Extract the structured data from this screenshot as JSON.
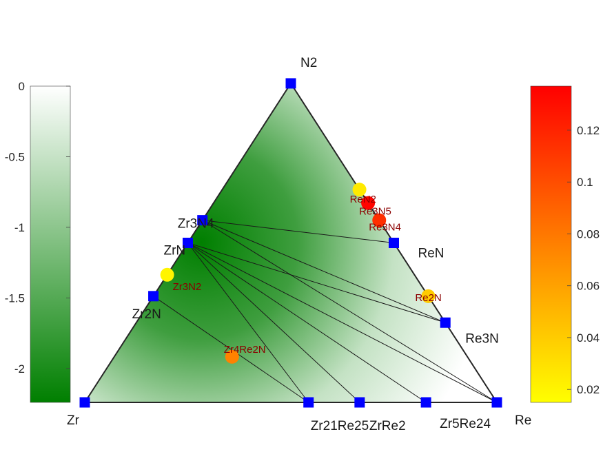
{
  "chart_data": {
    "type": "scatter",
    "subtype": "ternary-phase-diagram",
    "vertices": {
      "top": "N2",
      "left": "Zr",
      "right": "Re"
    },
    "colorbars": [
      {
        "name": "formation-energy",
        "side": "left",
        "colors": [
          "#007f00",
          "#ffffff"
        ],
        "ylim": [
          -2.24,
          0
        ],
        "ticks": [
          0,
          -0.5,
          -1,
          -1.5,
          -2
        ],
        "tick_labels": [
          "0",
          "-0.5",
          "-1",
          "-1.5",
          "-2"
        ]
      },
      {
        "name": "energy-above-hull",
        "side": "right",
        "colors": [
          "#ffff00",
          "#ff0000"
        ],
        "ylim": [
          0.015,
          0.137
        ],
        "ticks": [
          0.02,
          0.04,
          0.06,
          0.08,
          0.1,
          0.12
        ],
        "tick_labels": [
          "0.02",
          "0.04",
          "0.06",
          "0.08",
          "0.1",
          "0.12"
        ]
      }
    ],
    "stable_phases": [
      {
        "label": "N2",
        "N": 1.0,
        "Re": 0.0,
        "energy": 0
      },
      {
        "label": "Zr",
        "N": 0.0,
        "Re": 0.0,
        "energy": 0
      },
      {
        "label": "Re",
        "N": 0.0,
        "Re": 1.0,
        "energy": 0
      },
      {
        "label": "Zr3N4",
        "N": 0.571,
        "Re": 0.0,
        "energy": -1.05
      },
      {
        "label": "ZrN",
        "N": 0.5,
        "Re": 0.0,
        "energy": -1.1
      },
      {
        "label": "Zr2N",
        "N": 0.333,
        "Re": 0.0,
        "energy": -1.3
      },
      {
        "label": "ReN",
        "N": 0.5,
        "Re": 0.5,
        "energy": -0.2
      },
      {
        "label": "Re3N",
        "N": 0.25,
        "Re": 0.75,
        "energy": -0.05
      },
      {
        "label": "Zr21Re25",
        "N": 0.0,
        "Re": 0.543,
        "energy": -0.3
      },
      {
        "label": "ZrRe2",
        "N": 0.0,
        "Re": 0.667,
        "energy": -0.35
      },
      {
        "label": "Zr5Re24",
        "N": 0.0,
        "Re": 0.828,
        "energy": -0.2
      }
    ],
    "unstable_phases": [
      {
        "label": "ReN2",
        "N": 0.667,
        "Re": 0.333,
        "value": 0.025
      },
      {
        "label": "Re3N5",
        "N": 0.625,
        "Re": 0.375,
        "value": 0.135
      },
      {
        "label": "Re3N4",
        "N": 0.571,
        "Re": 0.429,
        "value": 0.115
      },
      {
        "label": "Re2N",
        "N": 0.333,
        "Re": 0.667,
        "value": 0.04
      },
      {
        "label": "Zr3N2",
        "N": 0.4,
        "Re": 0.0,
        "value": 0.02
      },
      {
        "label": "Zr4Re2N",
        "N": 0.143,
        "Re": 0.286,
        "value": 0.075
      }
    ],
    "tie_lines": [
      [
        "Zr3N4",
        "ReN"
      ],
      [
        "Zr3N4",
        "Re3N"
      ],
      [
        "Zr3N4",
        "Re"
      ],
      [
        "ZrN",
        "Zr3N4"
      ],
      [
        "ZrN",
        "Re3N"
      ],
      [
        "ZrN",
        "Re"
      ],
      [
        "ZrN",
        "Zr5Re24"
      ],
      [
        "ZrN",
        "ZrRe2"
      ],
      [
        "ZrN",
        "Zr21Re25"
      ],
      [
        "Zr2N",
        "Zr21Re25"
      ]
    ]
  }
}
